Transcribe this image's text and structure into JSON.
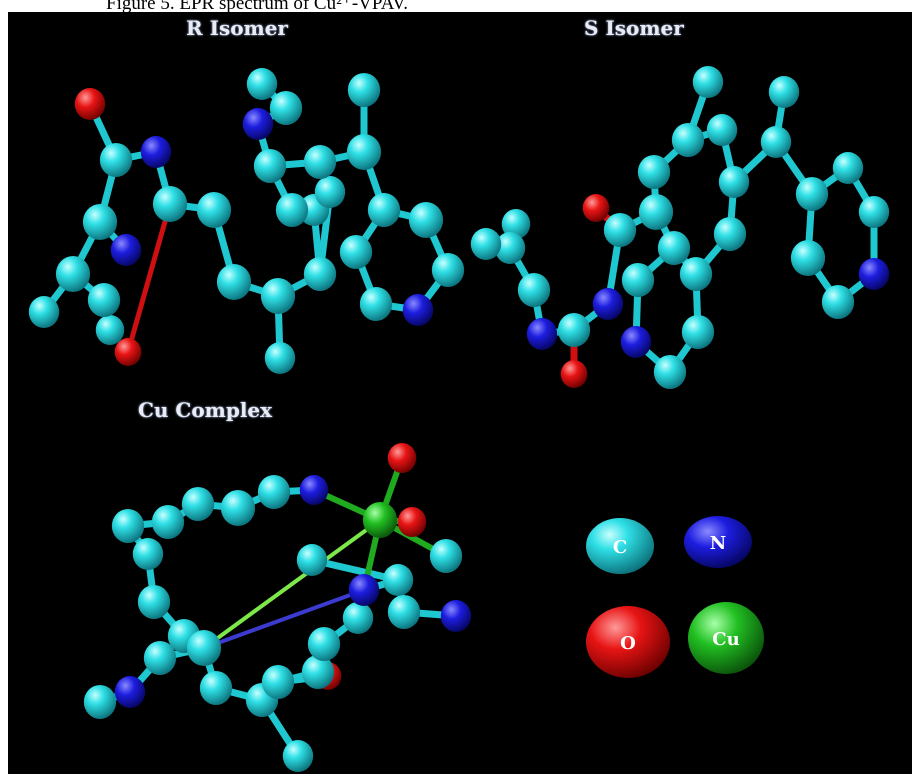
{
  "figure": {
    "caption": "Figure 5. EPR spectrum of Cu²⁺-VPAV."
  },
  "titles": {
    "r_isomer": "R Isomer",
    "s_isomer": "S Isomer",
    "cu_complex": "Cu  Complex"
  },
  "legend": [
    {
      "label": "C",
      "color": "#1fc8d0"
    },
    {
      "label": "N",
      "color": "#1a1ad6"
    },
    {
      "label": "O",
      "color": "#e01010"
    },
    {
      "label": "Cu",
      "color": "#1faa1f"
    }
  ],
  "colors": {
    "carbon": "#1fc8d0",
    "nitrogen": "#1a1ad6",
    "oxygen": "#e01010",
    "copper": "#1faa1f",
    "background": "#000000"
  }
}
